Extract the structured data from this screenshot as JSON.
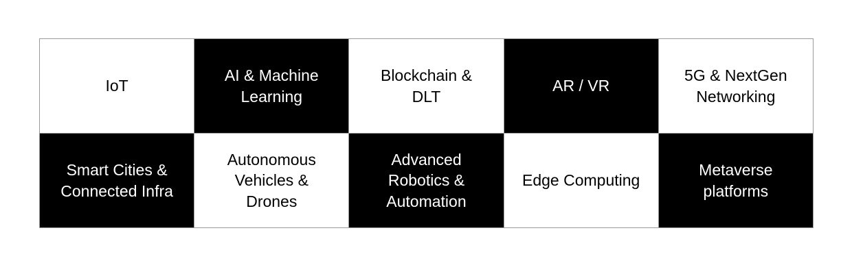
{
  "palette": {
    "page_background": "#ffffff",
    "cell_dark_background": "#000000",
    "cell_dark_text": "#ffffff",
    "cell_light_background": "#ffffff",
    "cell_light_text": "#000000",
    "grid_border": "#9a9a9a"
  },
  "matrix": {
    "columns": 5,
    "rows": 2,
    "cells": [
      [
        {
          "label": "IoT",
          "style": "light"
        },
        {
          "label": "AI & Machine\nLearning",
          "style": "dark"
        },
        {
          "label": "Blockchain &\nDLT",
          "style": "light"
        },
        {
          "label": "AR / VR",
          "style": "dark"
        },
        {
          "label": "5G & NextGen\nNetworking",
          "style": "light"
        }
      ],
      [
        {
          "label": "Smart Cities &\nConnected Infra",
          "style": "dark"
        },
        {
          "label": "Autonomous\nVehicles &\nDrones",
          "style": "light"
        },
        {
          "label": "Advanced\nRobotics &\nAutomation",
          "style": "dark"
        },
        {
          "label": "Edge Computing",
          "style": "light"
        },
        {
          "label": "Metaverse\nplatforms",
          "style": "dark"
        }
      ]
    ]
  }
}
